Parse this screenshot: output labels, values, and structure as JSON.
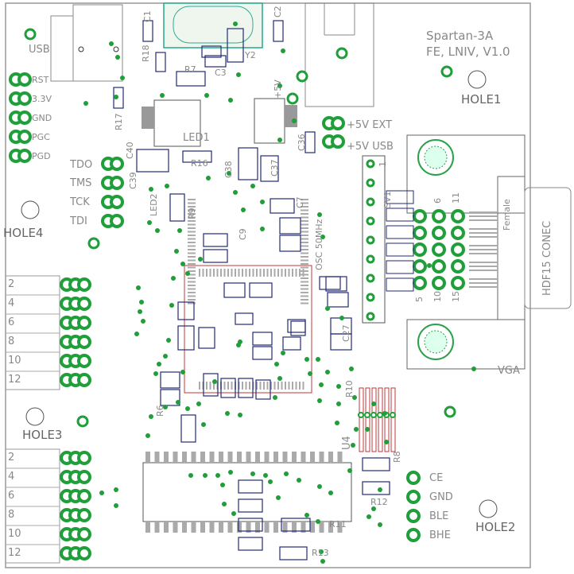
{
  "board": {
    "title": "Spartan-3A",
    "subtitle": "FE, LNIV, V1.0",
    "colors": {
      "outline": "#999999",
      "copper": "#1f9e3a",
      "pad_ring": "#2aa14a",
      "silk_box": "#222a77",
      "mark_red": "#c23a3a"
    }
  },
  "holes": [
    {
      "id": "hole1",
      "label": "HOLE1"
    },
    {
      "id": "hole2",
      "label": "HOLE2"
    },
    {
      "id": "hole3",
      "label": "HOLE3"
    },
    {
      "id": "hole4",
      "label": "HOLE4"
    }
  ],
  "jtag_labels": {
    "rst": "RST",
    "v33": "3.3V",
    "gnd": "GND",
    "pgc": "PGC",
    "pgd": "PGD"
  },
  "jtag2_labels": {
    "tdo": "TDO",
    "tms": "TMS",
    "tck": "TCK",
    "tdi": "TDI"
  },
  "power_labels": {
    "ext": "+5V EXT",
    "usb": "+5V USB",
    "v5": "+5V"
  },
  "usb_label": "USB",
  "led1_label": "LED1",
  "bus_labels": {
    "ce": "CE",
    "gnd": "GND",
    "ble": "BLE",
    "bhe": "BHE"
  },
  "connector": {
    "name": "HDF15 CONEC",
    "female": "Female",
    "vga": "VGA",
    "pin_1": "1",
    "pin_5": "5",
    "pin_6": "6",
    "pin_10": "10",
    "pin_11": "11",
    "pin_15": "15"
  },
  "header_top": [
    "2",
    "4",
    "6",
    "8",
    "10",
    "12"
  ],
  "header_bottom": [
    "2",
    "4",
    "6",
    "8",
    "10",
    "12"
  ],
  "refdes": {
    "c1": "C1",
    "c2": "C2",
    "r18": "R18",
    "r7": "R7",
    "c3": "C3",
    "y2": "Y2",
    "r17": "R17",
    "c40": "C40",
    "c38": "C38",
    "c37": "C37",
    "c36": "C36",
    "c39": "C39",
    "led2": "LED2",
    "osc": "OSC 50MHz",
    "sv1": "SV1",
    "r10": "R10",
    "r8": "R8",
    "r12": "R12",
    "r11": "R11",
    "r13": "R13",
    "u4": "U4",
    "r9": "R9",
    "r6": "R6",
    "r16": "R16",
    "c27": "C27",
    "c7": "C7",
    "c9": "C9"
  }
}
